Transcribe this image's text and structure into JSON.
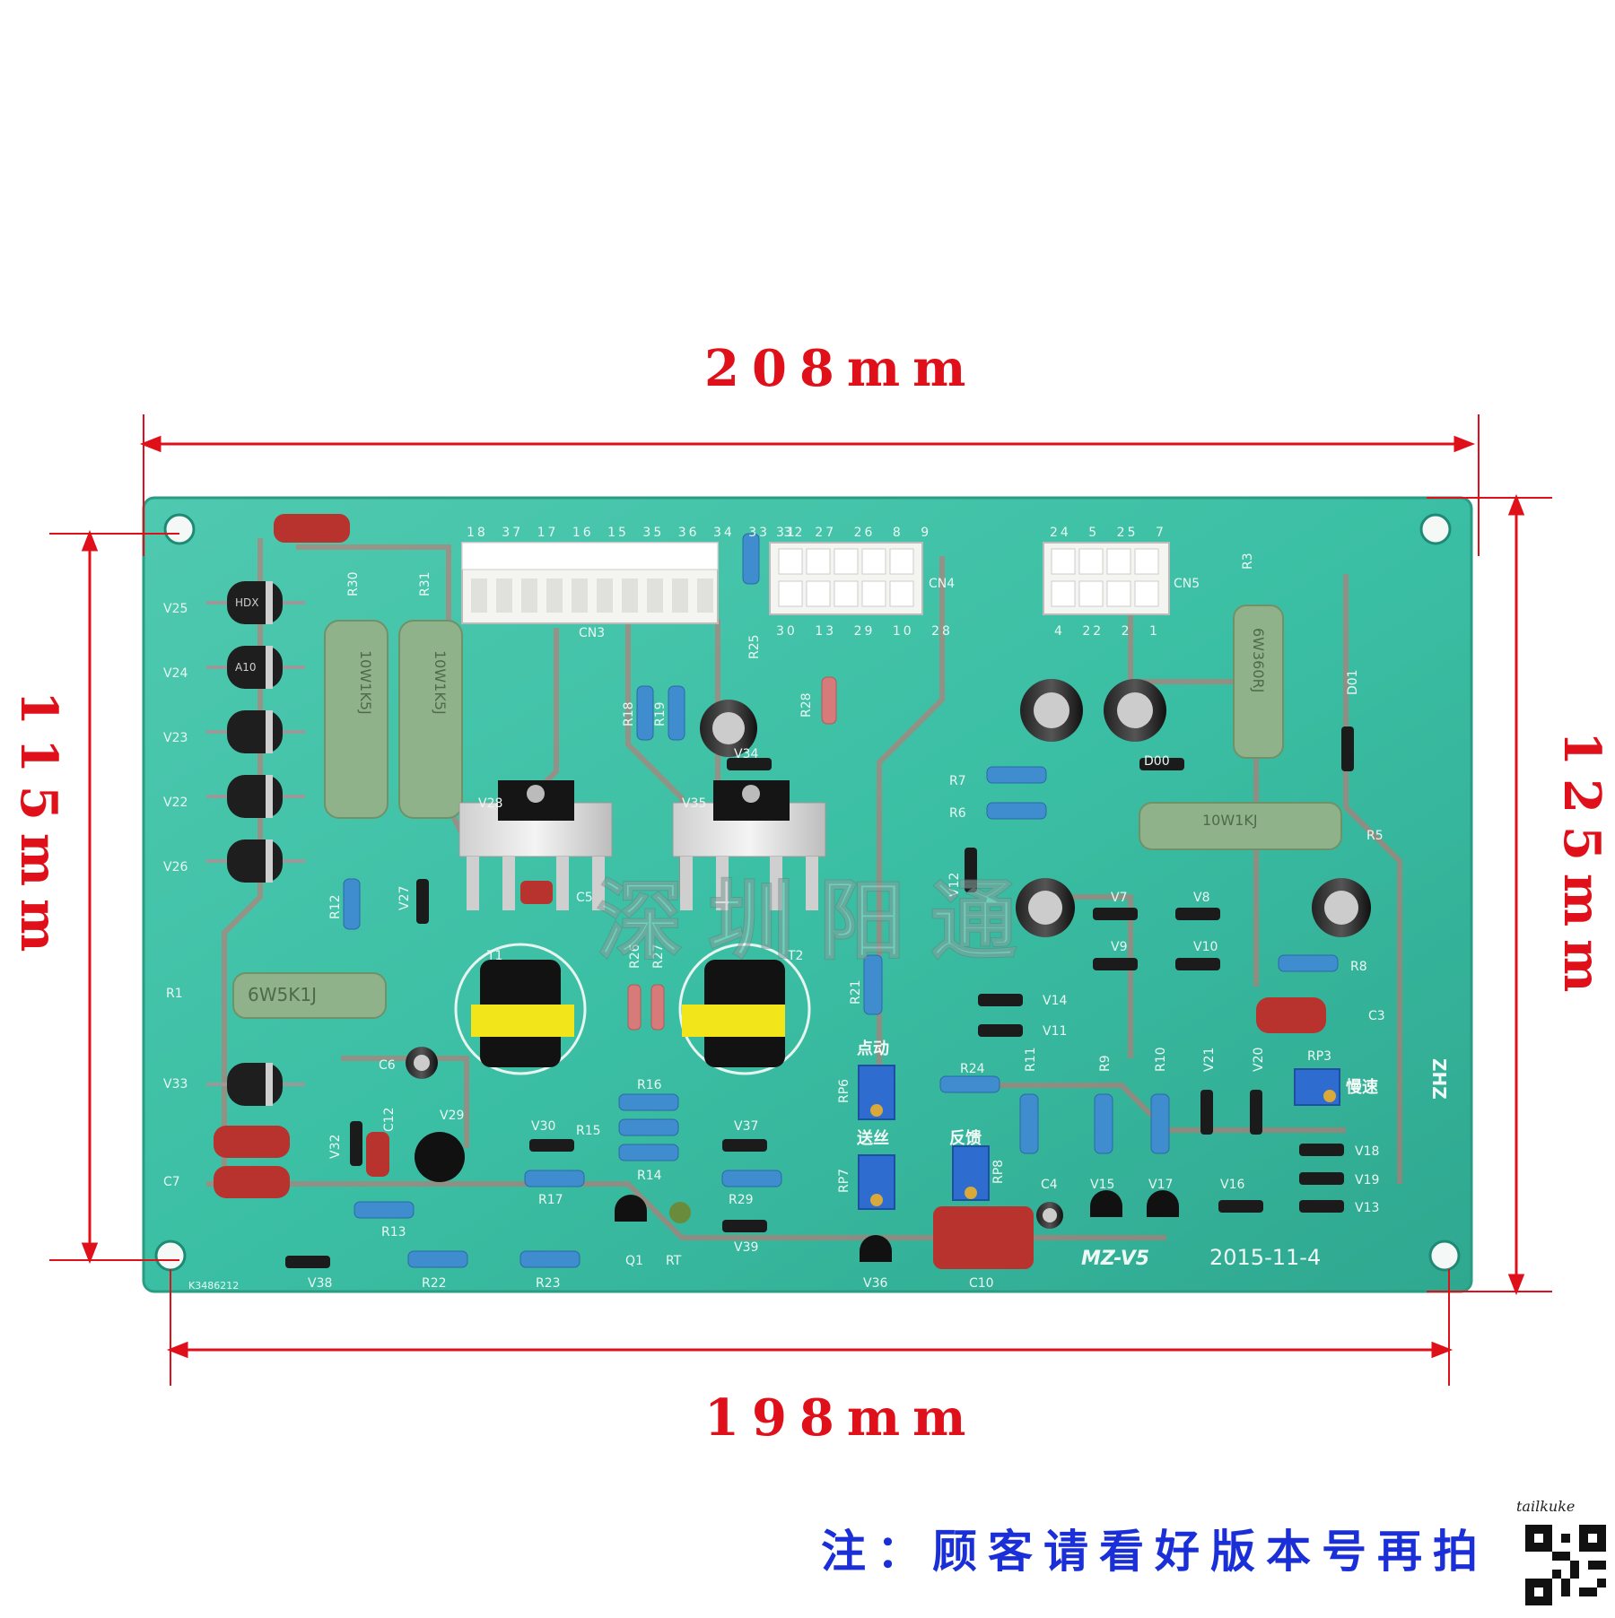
{
  "dimensions": {
    "top_width": "208mm",
    "bottom_width": "198mm",
    "left_height": "115mm",
    "right_height": "125mm"
  },
  "note": "注：顾客请看好版本号再拍",
  "watermark_text": "tailkuke",
  "overlay_text": "深圳阳通",
  "board": {
    "model": "MZ-V5",
    "date": "2015-11-4",
    "serial": "K3486212",
    "vendor_mark": "ZHZ",
    "cn3_label": "CN3",
    "cn3_pins": [
      "18",
      "37",
      "17",
      "16",
      "15",
      "35",
      "36",
      "34",
      "33",
      "32"
    ],
    "cn4_label": "CN4",
    "cn4_pins_top": [
      "31",
      "27",
      "26",
      "8",
      "9"
    ],
    "cn4_pins_bottom": [
      "30",
      "13",
      "29",
      "10",
      "28"
    ],
    "cn5_label": "CN5",
    "cn5_pins_top": [
      "24",
      "5",
      "25",
      "7"
    ],
    "cn5_pins_bottom": [
      "4",
      "22",
      "2",
      "1"
    ],
    "resistor_marks": {
      "r30": "10W1K5J",
      "r31": "10W1K5J",
      "r1": "6W5K1J",
      "r3": "6W360RJ",
      "r5": "10W1KJ"
    },
    "diode_marks": [
      "HDX",
      "A10"
    ],
    "chinese_labels": {
      "rp6": "点动",
      "rp7": "送丝",
      "rp8": "反馈",
      "rp3": "慢速"
    },
    "designators": [
      "V25",
      "V24",
      "V23",
      "V22",
      "V26",
      "V33",
      "C7",
      "R30",
      "R31",
      "R12",
      "V27",
      "R1",
      "C6",
      "C12",
      "V32",
      "V29",
      "R13",
      "V38",
      "R22",
      "R23",
      "CN3",
      "R25",
      "R18",
      "R19",
      "V34",
      "R28",
      "V28",
      "V35",
      "C5",
      "T1",
      "T2",
      "R26",
      "R27",
      "V30",
      "R15",
      "R16",
      "R14",
      "R17",
      "V37",
      "R29",
      "Q1",
      "RT",
      "V39",
      "R21",
      "RP6",
      "RP7",
      "V36",
      "R24",
      "RP8",
      "C4",
      "C10",
      "R11",
      "R9",
      "R10",
      "V21",
      "V20",
      "R7",
      "R6",
      "V12",
      "D00",
      "D01",
      "R3",
      "R5",
      "V7",
      "V8",
      "V9",
      "V10",
      "V14",
      "V11",
      "R8",
      "C3",
      "RP3",
      "V15",
      "V17",
      "V16",
      "V18",
      "V19",
      "V13",
      "CN4",
      "CN5"
    ]
  },
  "colors": {
    "dimension_red": "#e0101a",
    "note_blue": "#1a2fd8",
    "pcb_green": "#3bbfa4",
    "trace_red": "#d86a6a",
    "resistor_body": "#8fb28a",
    "capacitor_red": "#b8322e",
    "connector_white": "#f4f4f0",
    "transformer_yellow": "#f2e51a"
  }
}
